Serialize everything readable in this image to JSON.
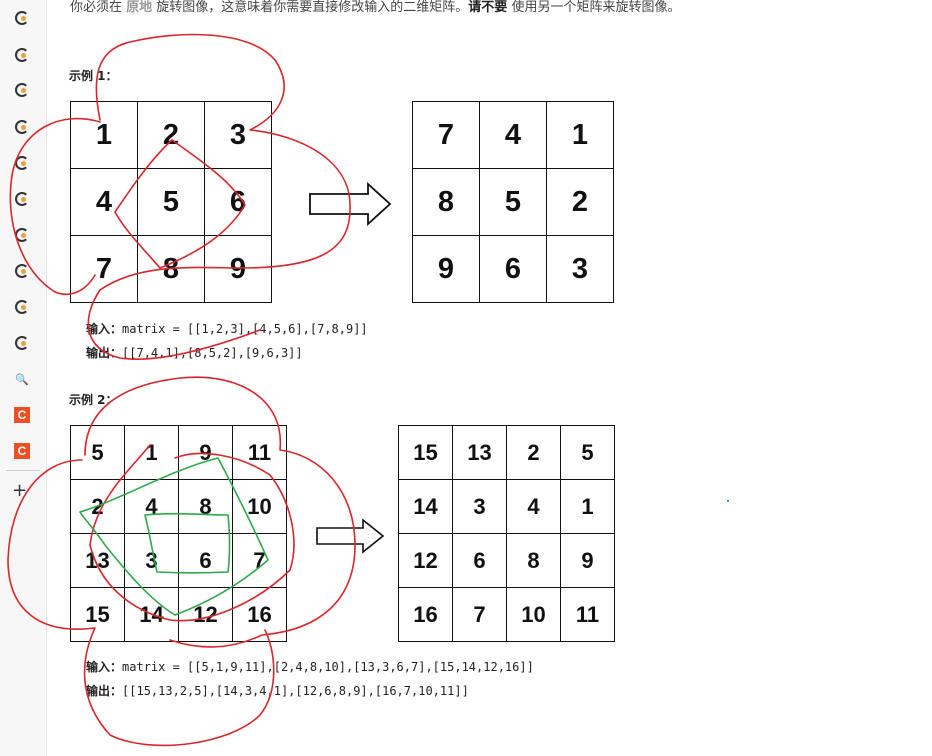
{
  "intro": {
    "prefix": "你必须在 ",
    "highlight": "原地",
    "middle": " 旋转图像，这意味着你需要直接修改输入的二维矩阵。",
    "bold": "请不要",
    "suffix": " 使用另一个矩阵来旋转图像。"
  },
  "example1": {
    "title": "示例 1：",
    "input_matrix": [
      [
        "1",
        "2",
        "3"
      ],
      [
        "4",
        "5",
        "6"
      ],
      [
        "7",
        "8",
        "9"
      ]
    ],
    "output_matrix": [
      [
        "7",
        "4",
        "1"
      ],
      [
        "8",
        "5",
        "2"
      ],
      [
        "9",
        "6",
        "3"
      ]
    ],
    "input_label": "输入：",
    "input_value": "matrix = [[1,2,3],[4,5,6],[7,8,9]]",
    "output_label": "输出：",
    "output_value": "[[7,4,1],[8,5,2],[9,6,3]]"
  },
  "example2": {
    "title": "示例 2：",
    "input_matrix": [
      [
        "5",
        "1",
        "9",
        "11"
      ],
      [
        "2",
        "4",
        "8",
        "10"
      ],
      [
        "13",
        "3",
        "6",
        "7"
      ],
      [
        "15",
        "14",
        "12",
        "16"
      ]
    ],
    "output_matrix": [
      [
        "15",
        "13",
        "2",
        "5"
      ],
      [
        "14",
        "3",
        "4",
        "1"
      ],
      [
        "12",
        "6",
        "8",
        "9"
      ],
      [
        "16",
        "7",
        "10",
        "11"
      ]
    ],
    "input_label": "输入：",
    "input_value": "matrix = [[5,1,9,11],[2,4,8,10],[13,3,6,7],[15,14,12,16]]",
    "output_label": "输出：",
    "output_value": "[[15,13,2,5],[14,3,4,1],[12,6,8,9],[16,7,10,11]]"
  },
  "sidebar": {
    "icons": [
      "chrome-icon",
      "chrome-icon",
      "chrome-icon",
      "chrome-icon",
      "chrome-icon",
      "chrome-icon",
      "chrome-icon",
      "chrome-icon",
      "chrome-icon",
      "chrome-icon",
      "search-icon",
      "csdn-icon",
      "csdn-icon"
    ],
    "csdn_letter": "C",
    "search_glyph": "🔍",
    "add_glyph": "+"
  },
  "colors": {
    "annotation_red": "#d9262b",
    "annotation_green": "#2ea84a",
    "csdn": "#f04e23"
  }
}
